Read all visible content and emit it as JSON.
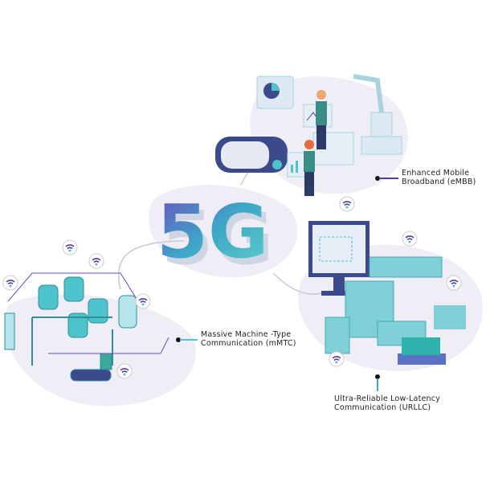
{
  "center_label": "5G",
  "labels": {
    "embb": {
      "line1": "Enhanced Mobile",
      "line2": "Broadband (eMBB)"
    },
    "mmtc": {
      "line1": "Massive Machine -Type",
      "line2": "Communication (mMTC)"
    },
    "urllc": {
      "line1": "Ultra-Reliable Low-Latency",
      "line2": "Communication (URLLC)"
    }
  },
  "colors": {
    "blob": "#efeef6",
    "teal": "#4fc3cc",
    "purple": "#5b3aa0",
    "navy": "#3b4a8a"
  },
  "icons": [
    "wifi-icon",
    "vr-headset-icon",
    "robot-arm-icon",
    "monitor-icon",
    "tank-icon",
    "pallet-icon"
  ]
}
